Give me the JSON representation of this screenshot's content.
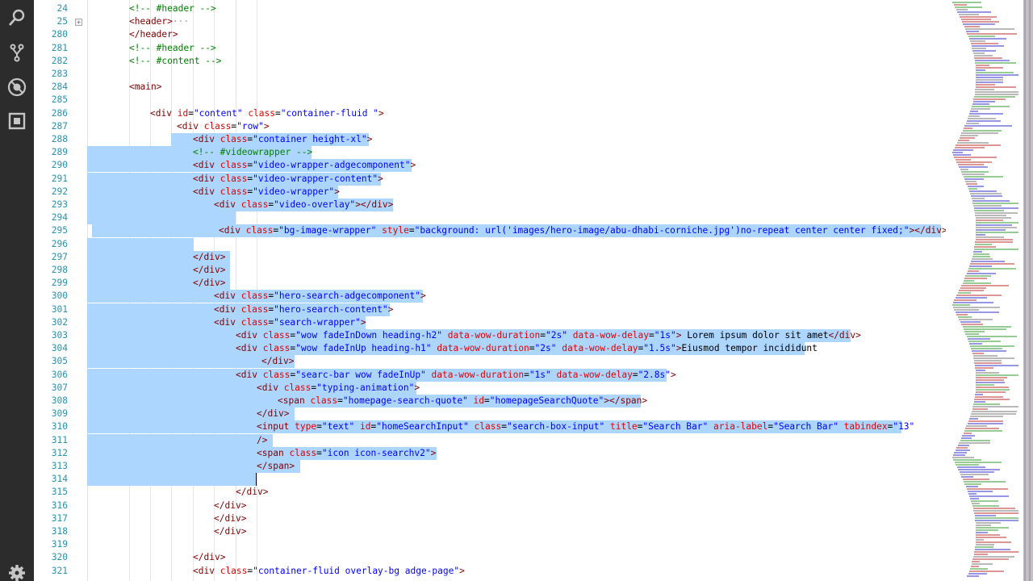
{
  "activity_bar": {
    "icons": [
      "search-icon",
      "source-control-icon",
      "debug-icon",
      "extensions-icon"
    ],
    "bottom_icon": "gear-icon"
  },
  "editor": {
    "colors": {
      "tag": "#800000",
      "attr": "#e50000",
      "string": "#0000ff",
      "comment": "#008000",
      "line_number": "#2b91af",
      "selection": "#add6ff"
    },
    "lines": [
      {
        "num": "24",
        "text": "<!-- #header -->"
      },
      {
        "num": "25",
        "text": "<header>···",
        "folded": true
      },
      {
        "num": "280",
        "text": "</header>"
      },
      {
        "num": "281",
        "text": "<!-- #header -->"
      },
      {
        "num": "282",
        "text": "<!-- #content -->"
      },
      {
        "num": "283",
        "text": ""
      },
      {
        "num": "284",
        "text": "<main>"
      },
      {
        "num": "285",
        "text": ""
      },
      {
        "num": "286",
        "text": "<div id=\"content\" class=\"container-fluid \">"
      },
      {
        "num": "287",
        "text": "<div class=\"row\">"
      },
      {
        "num": "288",
        "text": "<div class=\"container height-xl\">"
      },
      {
        "num": "289",
        "text": "<!-- #videowrapper -->"
      },
      {
        "num": "290",
        "text": "<div class=\"video-wrapper-adgecomponent\">"
      },
      {
        "num": "291",
        "text": "<div class=\"video-wrapper-content\">"
      },
      {
        "num": "292",
        "text": "<div class=\"video-wrapper\">"
      },
      {
        "num": "293",
        "text": "<div class=\"video-overlay\"></div>"
      },
      {
        "num": "294",
        "text": ""
      },
      {
        "num": "295",
        "text": "<div class=\"bg-image-wrapper\" style=\"background: url('images/hero-image/abu-dhabi-corniche.jpg')no-repeat center center fixed;\"></div>"
      },
      {
        "num": "296",
        "text": ""
      },
      {
        "num": "297",
        "text": "</div>"
      },
      {
        "num": "298",
        "text": "</div>"
      },
      {
        "num": "299",
        "text": "</div>"
      },
      {
        "num": "300",
        "text": "<div class=\"hero-search-adgecomponent\">"
      },
      {
        "num": "301",
        "text": "<div class=\"hero-search-content\">"
      },
      {
        "num": "302",
        "text": "<div class=\"search-wrapper\">"
      },
      {
        "num": "303",
        "text": "<div class=\"wow fadeInDown heading-h2\" data-wow-duration=\"2s\" data-wow-delay=\"1s\"> Lorem ipsum dolor sit amet</div>"
      },
      {
        "num": "304",
        "text": "<div class=\"wow fadeInUp heading-h1\" data-wow-duration=\"2s\" data-wow-delay=\"1.5s\">Eiusmod tempor incididunt"
      },
      {
        "num": "305",
        "text": "</div>"
      },
      {
        "num": "306",
        "text": "<div class=\"searc-bar wow fadeInUp\" data-wow-duration=\"1s\" data-wow-delay=\"2.8s\">"
      },
      {
        "num": "307",
        "text": "<div class=\"typing-animation\">"
      },
      {
        "num": "308",
        "text": "<span class=\"homepage-search-quote\" id=\"homepageSearchQuote\"></span>"
      },
      {
        "num": "309",
        "text": "</div>"
      },
      {
        "num": "310",
        "text": "<input type=\"text\" id=\"homeSearchInput\" class=\"search-box-input\" title=\"Search Bar\" aria-label=\"Search Bar\" tabindex=\"13\""
      },
      {
        "num": "311",
        "text": "/>"
      },
      {
        "num": "312",
        "text": "<span class=\"icon icon-searchv2\">"
      },
      {
        "num": "313",
        "text": "</span>"
      },
      {
        "num": "314",
        "text": ""
      },
      {
        "num": "315",
        "text": "</div>"
      },
      {
        "num": "316",
        "text": "</div>"
      },
      {
        "num": "317",
        "text": "</div>"
      },
      {
        "num": "318",
        "text": "</div>"
      },
      {
        "num": "319",
        "text": ""
      },
      {
        "num": "320",
        "text": "</div>"
      },
      {
        "num": "321",
        "text": "<div class=\"container-fluid overlay-bg adge-page\">"
      }
    ]
  }
}
